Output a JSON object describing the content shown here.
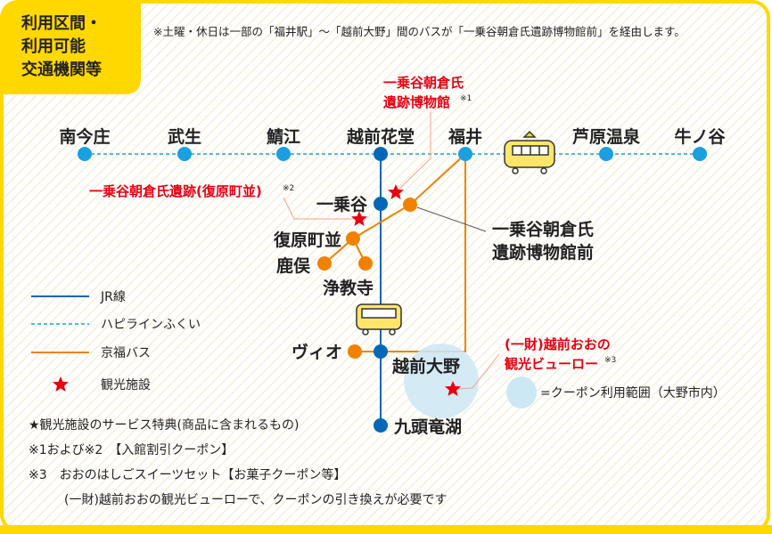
{
  "title": {
    "line1": "利用区間・",
    "line2": "利用可能",
    "line3": "交通機関等"
  },
  "notice": "※土曜・休日は一部の「福井駅」～「越前大野」間のバスが「一乗谷朝倉氏遺跡博物館前」を経由します。",
  "stations": {
    "minamiimajo": "南今庄",
    "takefu": "武生",
    "sabae": "鯖江",
    "echizenhanando": "越前花堂",
    "fukui": "福井",
    "awaraonsen": "芦原温泉",
    "ushinoya": "牛ノ谷",
    "ichijodani": "一乗谷",
    "fukugenmachinami": "復原町並",
    "shikamata": "鹿俣",
    "jokyoji": "浄教寺",
    "vio": "ヴィオ",
    "echizenono": "越前大野",
    "kuzuryuko": "九頭竜湖",
    "museum_stop_1": "一乗谷朝倉氏",
    "museum_stop_2": "遺跡博物館前"
  },
  "facilities": {
    "museum_1": "一乗谷朝倉氏",
    "museum_2": "遺跡博物館",
    "museum_note": "※1",
    "ruins": "一乗谷朝倉氏遺跡(復原町並)",
    "ruins_note": "※2",
    "bureau_1": "(一財)越前おおの",
    "bureau_2": "観光ビューロー",
    "bureau_note": "※3"
  },
  "legend": {
    "jr": "JR線",
    "hapiline": "ハピラインふくい",
    "bus": "京福バス",
    "facility": "観光施設",
    "coupon_area": "=クーポン利用範囲（大野市内）"
  },
  "notes": {
    "heading": "★観光施設のサービス特典(商品に含まれるもの)",
    "line1": "※1および※2　【入館割引クーポン】",
    "line2": "※3　おおのはしごスイーツセット【お菓子クーポン等】",
    "line3": "(一財)越前おおの観光ビューローで、クーポンの引き換えが必要です"
  },
  "colors": {
    "jr": "#0068b7",
    "hapiline": "#1aa0e0",
    "bus": "#f08200",
    "star": "#e60012",
    "frame": "#ffd800",
    "coupon": "#cde8f5"
  }
}
